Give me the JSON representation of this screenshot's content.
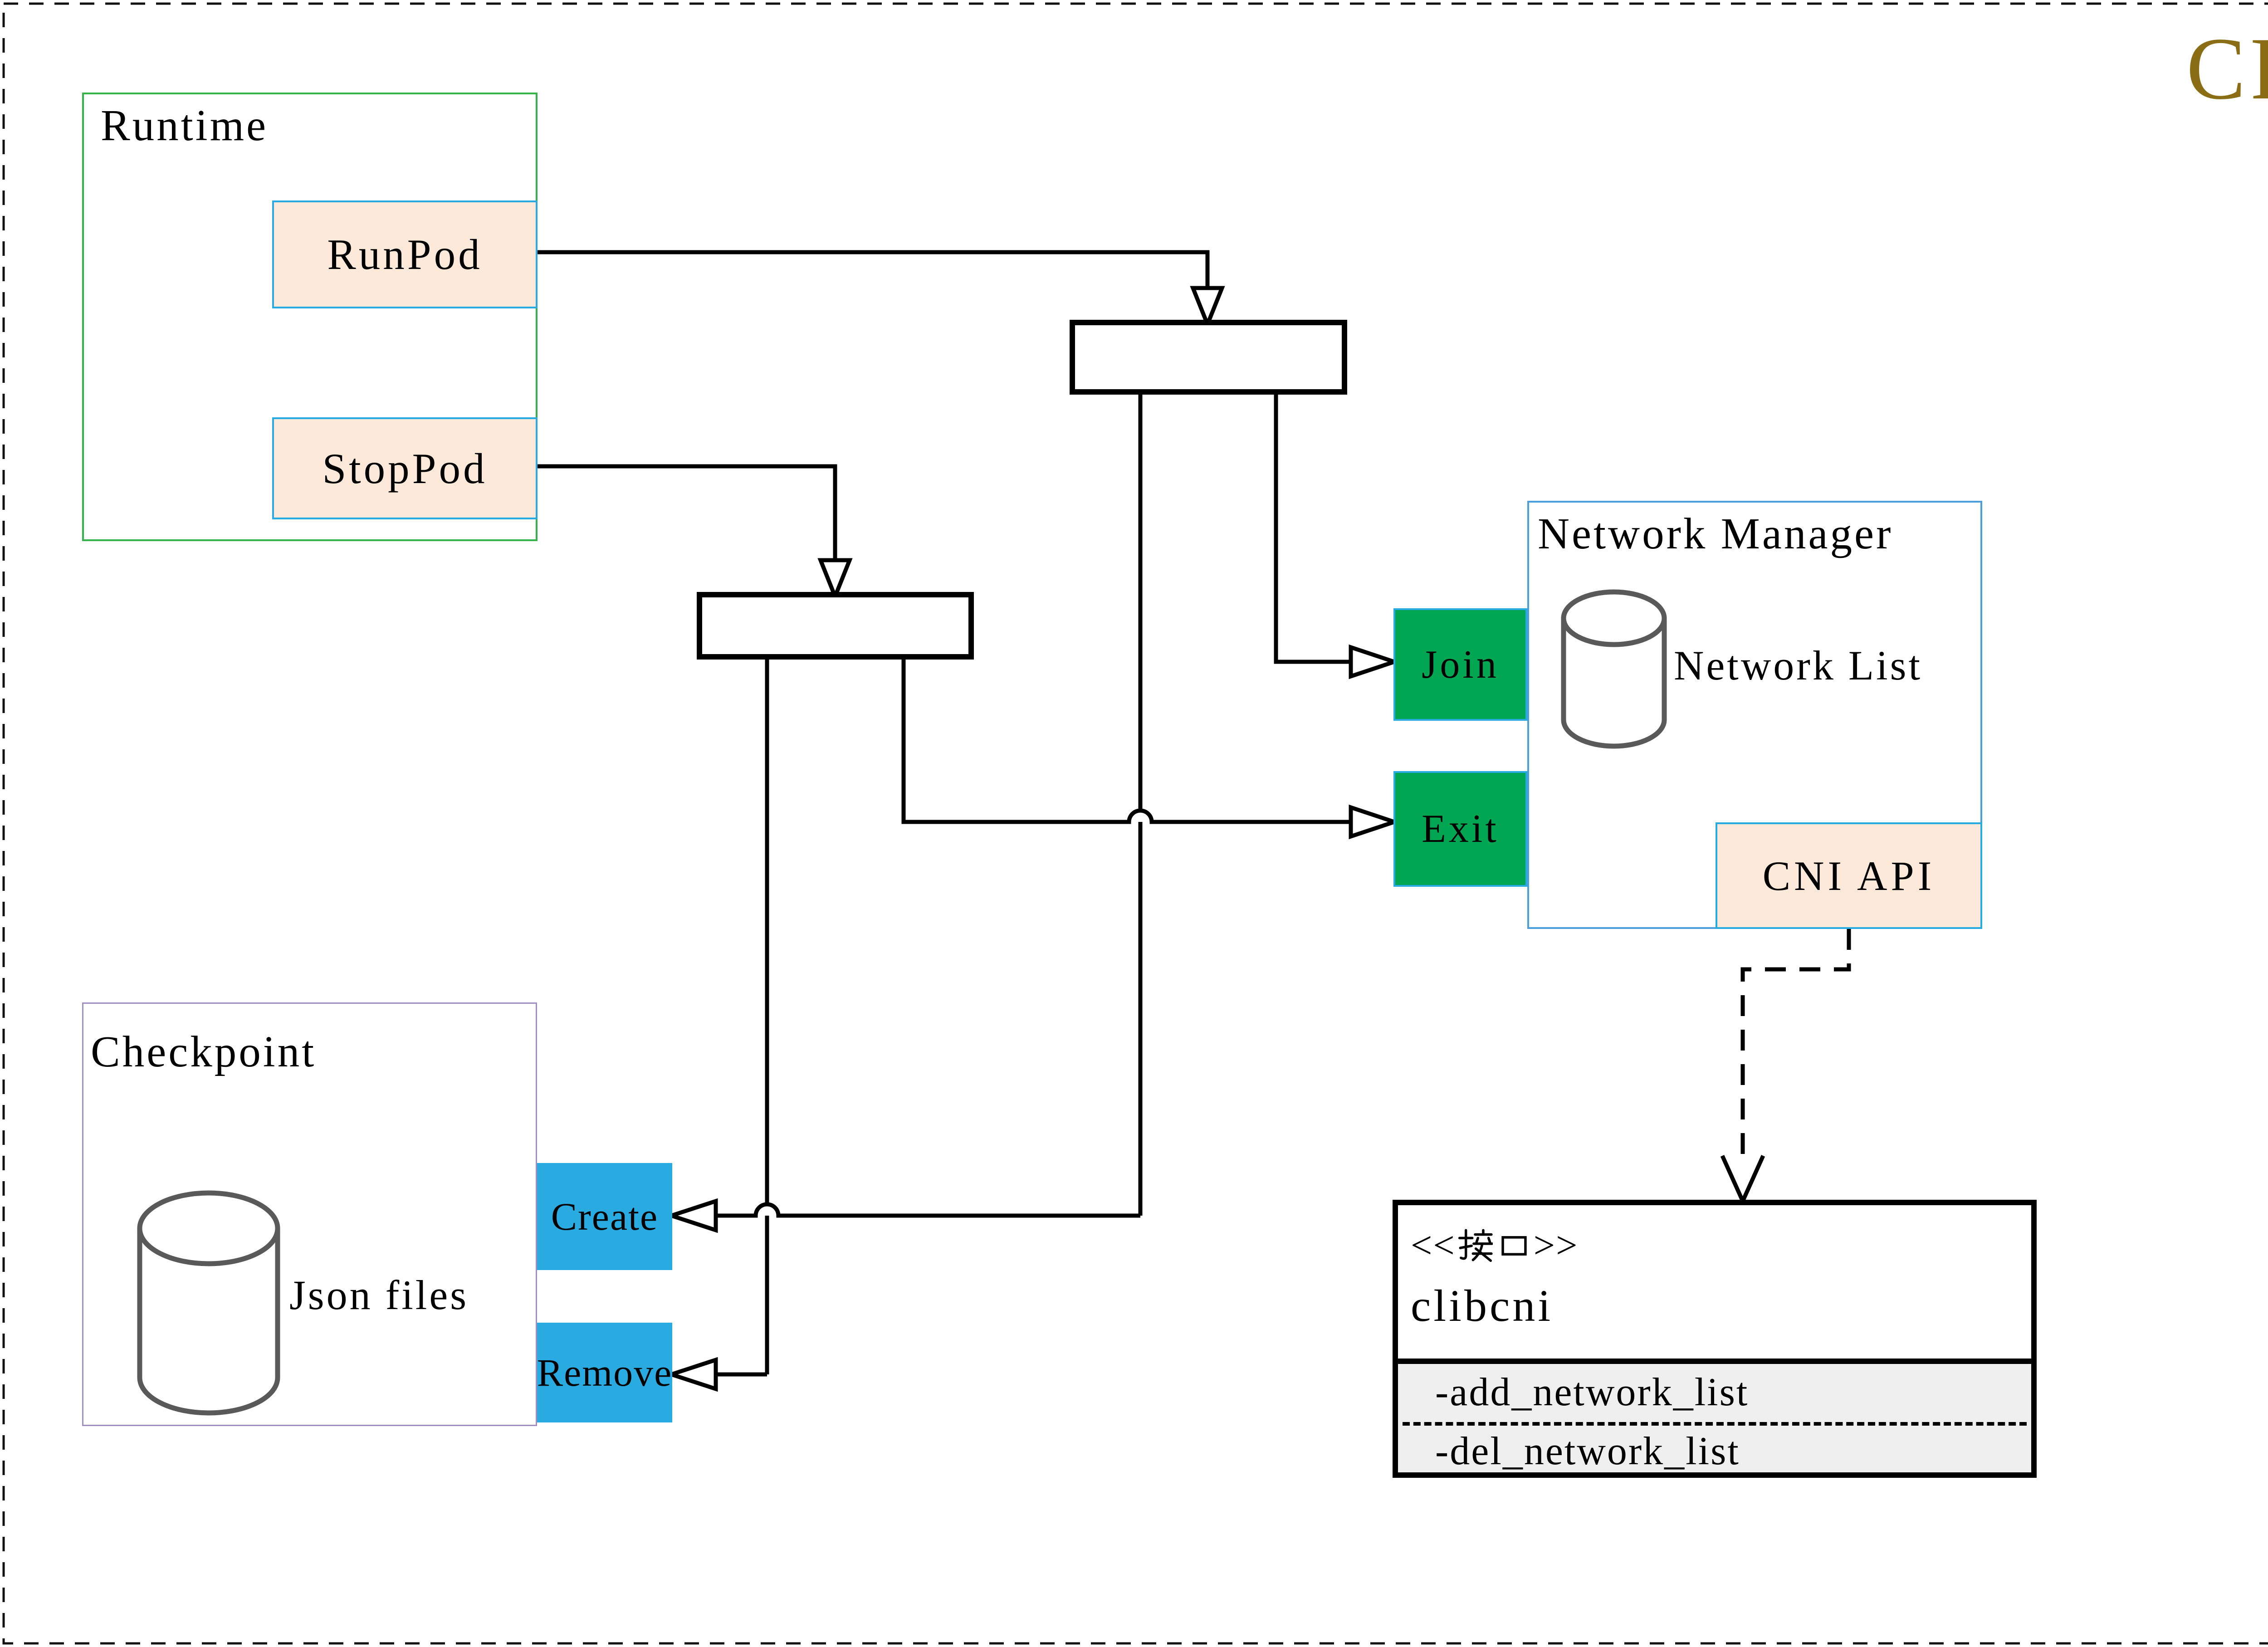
{
  "title": {
    "label": "CRI"
  },
  "runtime": {
    "label": "Runtime",
    "run_pod": "RunPod",
    "stop_pod": "StopPod"
  },
  "checkpoint": {
    "label": "Checkpoint",
    "datastore": "Json files",
    "create": "Create",
    "remove": "Remove"
  },
  "network_manager": {
    "label": "Network Manager",
    "datastore": "Network List",
    "join": "Join",
    "exit": "Exit",
    "cni_api": "CNI API"
  },
  "clibcni": {
    "stereotype_open": "<<",
    "stereotype_cjk": "接口",
    "stereotype_close": ">>",
    "stereotype_full": "<<接口>>",
    "name": "clibcni",
    "methods": [
      "-add_network_list",
      "-del_network_list"
    ]
  },
  "colors": {
    "title": "#8A6D15",
    "runtime_border": "#35B44A",
    "node_fill": "#FCE9DA",
    "node_border": "#29ABE2",
    "green_fill": "#00A651",
    "cyan_fill": "#29ABE2",
    "network_manager_border": "#4BA0DC",
    "checkpoint_border": "#A18FC2",
    "database_stroke": "#595959",
    "interface_body": "#EFEFEF",
    "line": "#000000"
  }
}
